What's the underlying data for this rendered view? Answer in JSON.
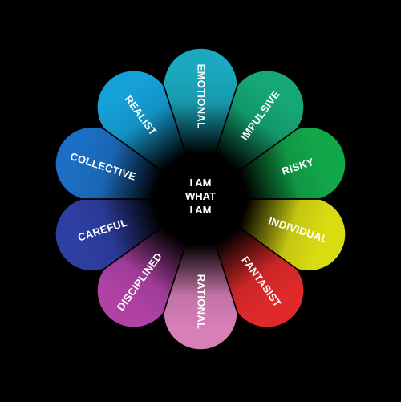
{
  "center_lines": [
    "I AM",
    "WHAT",
    "I AM"
  ],
  "petals": [
    {
      "label": "EMOTIONAL",
      "color": "#1aa9bf"
    },
    {
      "label": "IMPULSIVE",
      "color": "#15a874"
    },
    {
      "label": "RISKY",
      "color": "#12a84a"
    },
    {
      "label": "INDIVIDUAL",
      "color": "#dadc12"
    },
    {
      "label": "FANTASIST",
      "color": "#e02a2a"
    },
    {
      "label": "RATIONAL",
      "color": "#d77fb7"
    },
    {
      "label": "DISCIPLINED",
      "color": "#b042a6"
    },
    {
      "label": "CAREFUL",
      "color": "#2e3fa3"
    },
    {
      "label": "COLLECTIVE",
      "color": "#1c6fc4"
    },
    {
      "label": "REALIST",
      "color": "#15a0d8"
    }
  ],
  "background_color": "#000000"
}
